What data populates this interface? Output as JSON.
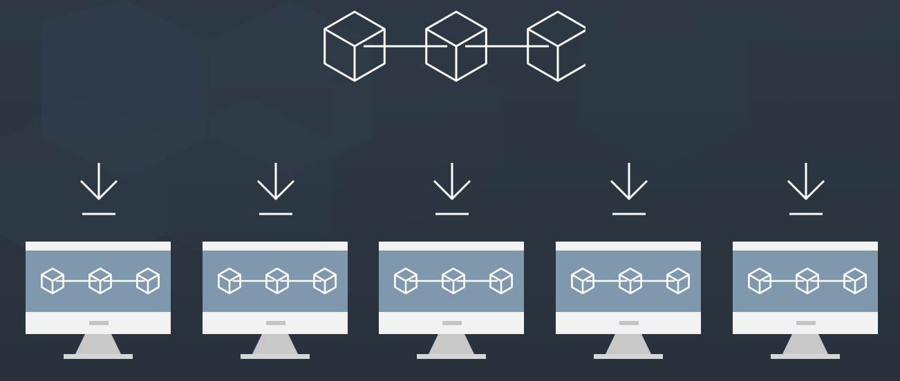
{
  "diagram": {
    "main_chain": {
      "icon": "blockchain-icon",
      "blocks": 3
    },
    "nodes": [
      {
        "icon": "computer-icon",
        "download_icon": "download-icon",
        "screen_icon": "blockchain-icon",
        "blocks": 3
      },
      {
        "icon": "computer-icon",
        "download_icon": "download-icon",
        "screen_icon": "blockchain-icon",
        "blocks": 3
      },
      {
        "icon": "computer-icon",
        "download_icon": "download-icon",
        "screen_icon": "blockchain-icon",
        "blocks": 3
      },
      {
        "icon": "computer-icon",
        "download_icon": "download-icon",
        "screen_icon": "blockchain-icon",
        "blocks": 3
      },
      {
        "icon": "computer-icon",
        "download_icon": "download-icon",
        "screen_icon": "blockchain-icon",
        "blocks": 3
      }
    ]
  },
  "colors": {
    "background": "#2b3640",
    "line": "#ffffff",
    "monitor_frame": "#f2f2f2",
    "monitor_screen": "#7f98ad",
    "monitor_stand": "#c8c8c8",
    "monitor_base": "#d6d6d6",
    "monitor_button": "#c4c4c4"
  }
}
